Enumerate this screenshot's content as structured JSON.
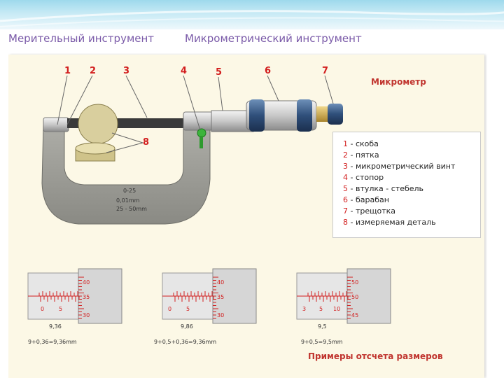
{
  "header": {
    "left_title": "Мерительный инструмент",
    "right_title": "Микрометрический инструмент"
  },
  "diagram": {
    "title": "Микрометр",
    "numbers": [
      "1",
      "2",
      "3",
      "4",
      "5",
      "6",
      "7",
      "8"
    ],
    "frame_marking": [
      "0-25",
      "0,01mm",
      "25 - 50mm"
    ],
    "legend": [
      {
        "n": "1",
        "text": "скоба"
      },
      {
        "n": "2",
        "text": "пятка"
      },
      {
        "n": "3",
        "text": "микрометрический винт"
      },
      {
        "n": "4",
        "text": "стопор"
      },
      {
        "n": "5",
        "text": "втулка - стебель"
      },
      {
        "n": "6",
        "text": "барабан"
      },
      {
        "n": "7",
        "text": "трещотка"
      },
      {
        "n": "8",
        "text": "измеряемая деталь"
      }
    ]
  },
  "readings": [
    {
      "drum_ticks": [
        "40",
        "35",
        "30"
      ],
      "sleeve_ticks": [
        "0",
        "5"
      ],
      "value": "9,36",
      "formula": "9+0,36=9,36mm"
    },
    {
      "drum_ticks": [
        "40",
        "35",
        "30"
      ],
      "sleeve_ticks": [
        "0",
        "5"
      ],
      "value": "9,86",
      "formula": "9+0,5+0,36=9,36mm"
    },
    {
      "drum_ticks": [
        "50",
        "50",
        "45"
      ],
      "sleeve_ticks": [
        "3",
        "5",
        "10"
      ],
      "value": "9,5",
      "formula": "9+0,5=9,5mm"
    }
  ],
  "caption": "Примеры отсчета размеров",
  "colors": {
    "accent_purple": "#7a5aa8",
    "number_red": "#d21e1e",
    "title_red": "#c0342e",
    "slide_bg": "#fcf8e6"
  }
}
